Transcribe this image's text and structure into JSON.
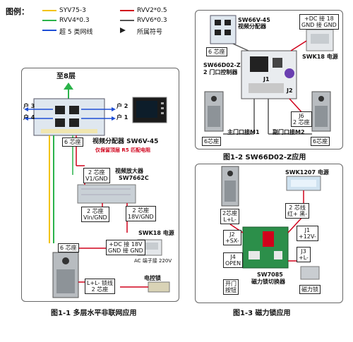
{
  "legend": {
    "title": "图例：",
    "items": [
      {
        "label": "SYV75-3",
        "color": "#f2c200"
      },
      {
        "label": "RVV2*0.5",
        "color": "#d0021b"
      },
      {
        "label": "RVV4*0.3",
        "color": "#2bb34a"
      },
      {
        "label": "RVV6*0.3",
        "color": "#555555"
      },
      {
        "label": "超 5 类网线",
        "color": "#1f4fd6"
      },
      {
        "label": "所属符号",
        "color": "#222222"
      }
    ]
  },
  "fig1": {
    "up_label": "至8层",
    "hu3": "户 3",
    "hu4": "户 4",
    "hu2": "户 2",
    "hu1": "户 1",
    "six_pin": "6 芯座",
    "splitter": "视频分配器 SW6V-45",
    "splitter_note": "仅保留顶层 R5 匹配电阻",
    "amp_in_pins": "2 芯座",
    "amp_in_sig": "V1/GND",
    "amp_title": "视频放大器",
    "amp_model": "SW7662C",
    "amp_pwr_pins": "2 芯座",
    "amp_pwr_sig": "18V/GND",
    "amp_out_pins": "2 芯座",
    "amp_out_sig": "Vin/GND",
    "psu_title": "SWK18 电源",
    "door_pins": "6 芯座",
    "dc_label": "+DC 接 18V",
    "gnd_label": "GND 接 GND",
    "ac_label": "AC 端子接 220V",
    "lock_title": "电控锁",
    "lock_line1": "L+L- 锁线",
    "lock_line2": "2 芯座",
    "caption": "图1-1   多层水平非联网应用"
  },
  "fig2": {
    "splitter_title": "SW66V-45",
    "splitter_sub": "视频分配器",
    "dc_line1": "+DC 接 18",
    "dc_line2": "GND 接 GND",
    "psu": "SWK18 电源",
    "six_pin_top": "6 芯座",
    "ctrl_model": "SW66D02-Z",
    "ctrl_name": "2 门口控制器",
    "j6": "J6",
    "j6_pins": "2 芯座",
    "j1": "J1",
    "j2": "J2",
    "main_door": "主门口接M1",
    "sub_door": "副门口接M2",
    "six_pin_left": "6芯座",
    "six_pin_right": "6芯座",
    "caption": "图1-2   SW66D02-Z应用"
  },
  "fig3": {
    "psu": "SWK1207 电源",
    "door_pins": "2芯座",
    "door_sig": "L+L-",
    "j2": "J2",
    "j2_sig": "+SX-",
    "psu_pins": "2 芯线",
    "psu_sig": "红+ 黑-",
    "j1": "J1",
    "j1_sig": "+12V-",
    "j4": "J4",
    "j4_sig": "OPEN",
    "j3": "J3",
    "j3_sig": "+L-",
    "model": "SW7085",
    "model_sub": "磁力锁切换器",
    "exit_btn1": "开门",
    "exit_btn2": "按钮",
    "maglock": "磁力锁",
    "caption": "图1-3   磁力锁应用"
  }
}
